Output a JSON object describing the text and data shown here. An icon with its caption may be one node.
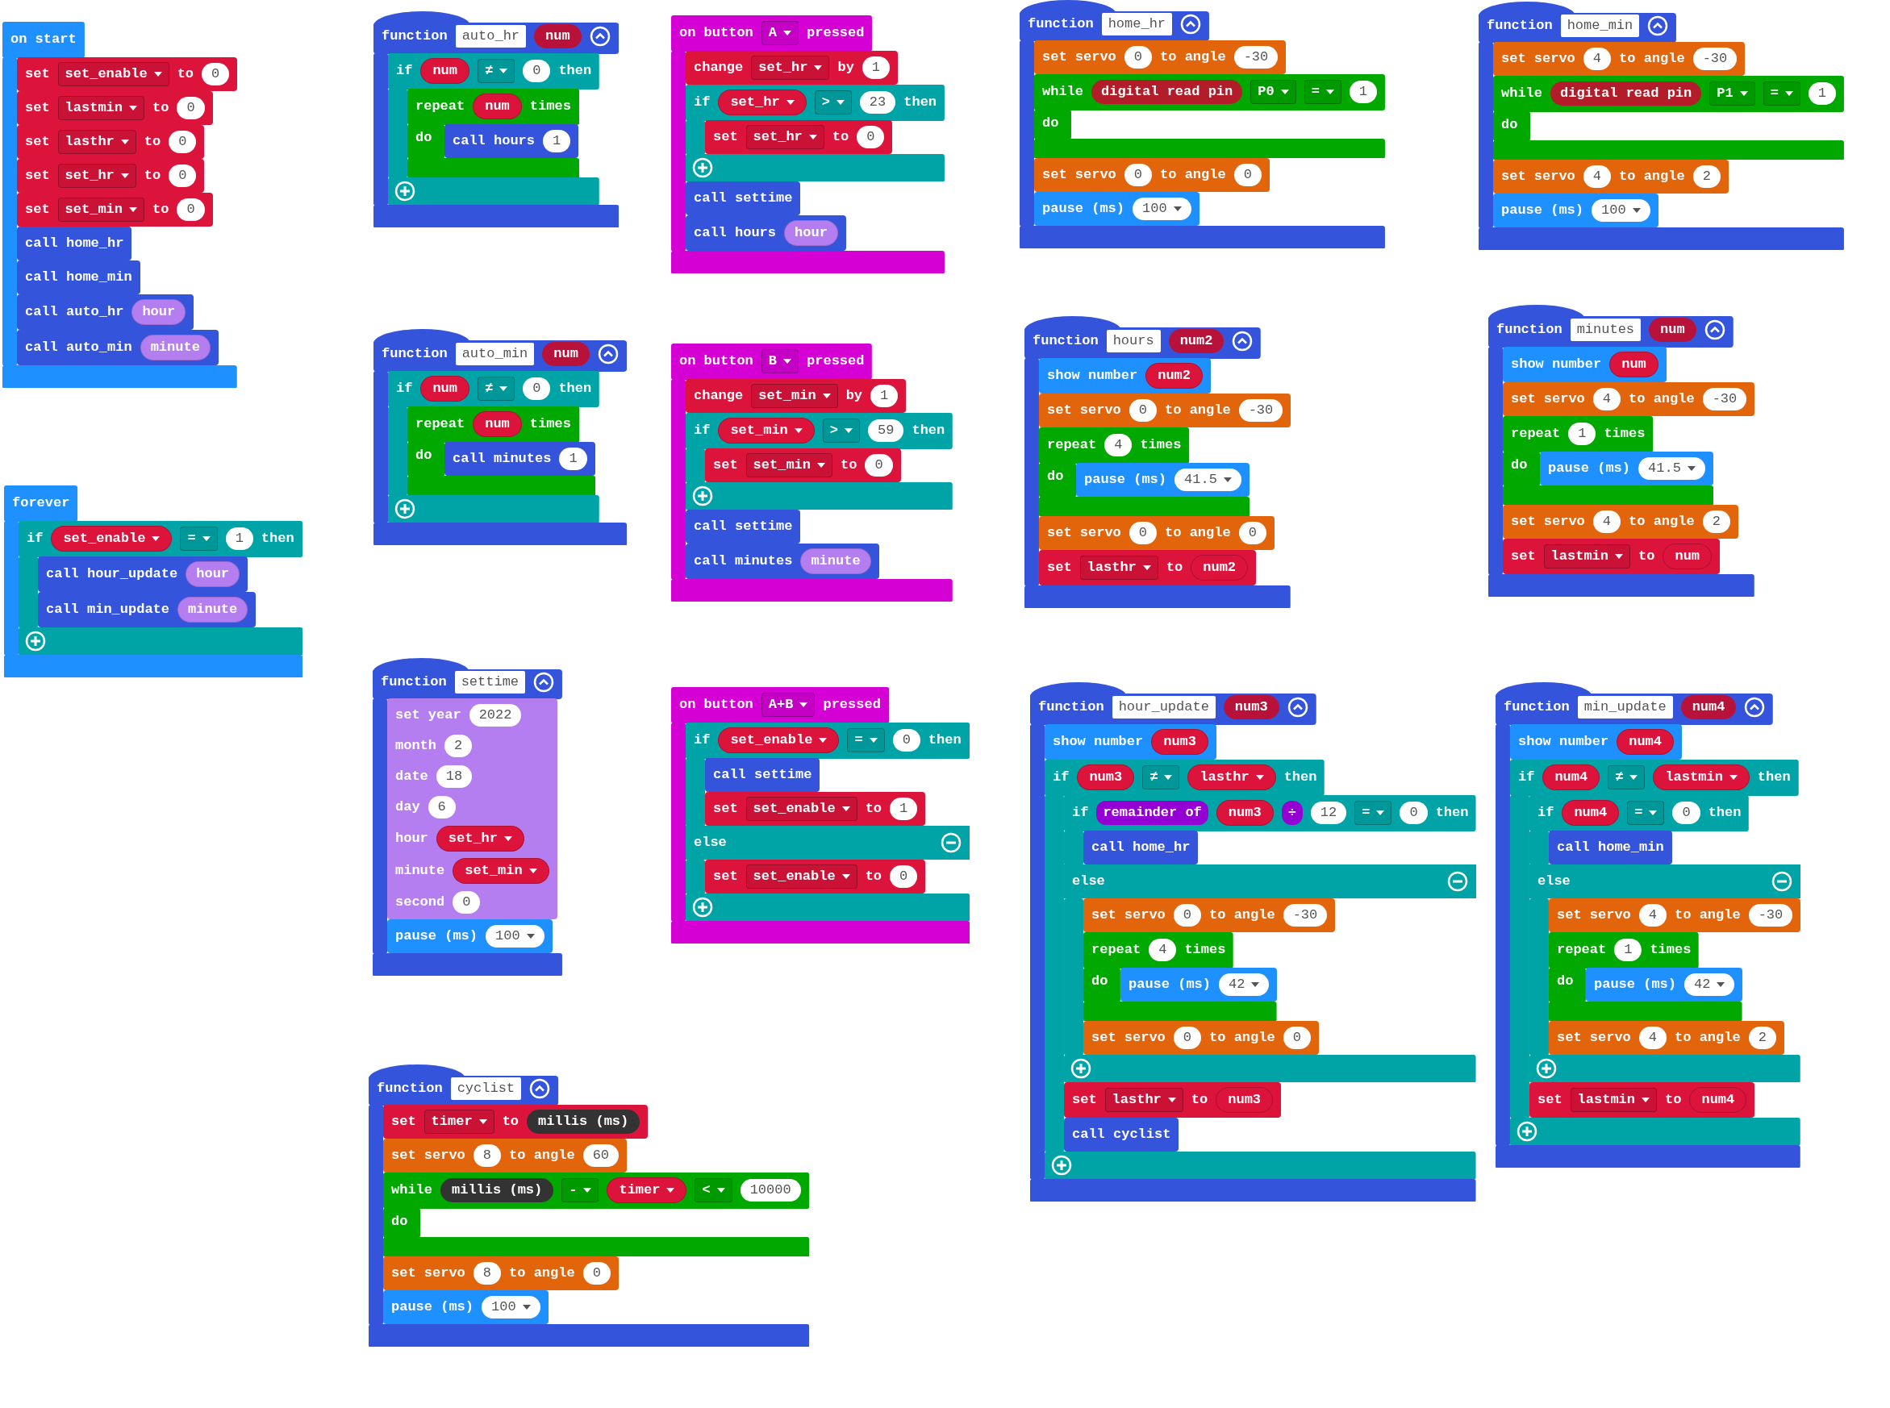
{
  "diagram": {
    "nodes": [
      {
        "text": [
          "on start"
        ]
      },
      {
        "text": [
          "set",
          "set_enable",
          "to",
          "0"
        ],
        "in": 0
      },
      {
        "text": [
          "set",
          "lastmin",
          "to",
          "0"
        ],
        "in": 0
      },
      {
        "text": [
          "set",
          "lasthr",
          "to",
          "0"
        ],
        "in": 0
      },
      {
        "text": [
          "set",
          "set_hr",
          "to",
          "0"
        ],
        "in": 0
      },
      {
        "text": [
          "set",
          "set_min",
          "to",
          "0"
        ],
        "in": 0
      },
      {
        "text": [
          "call home_hr"
        ],
        "in": 0
      },
      {
        "text": [
          "call home_min"
        ],
        "in": 0
      },
      {
        "text": [
          "call auto_hr",
          "hour"
        ],
        "in": 0
      },
      {
        "text": [
          "call auto_min",
          "minute"
        ],
        "in": 0
      },
      {
        "text": [
          "forever"
        ]
      },
      {
        "text": [
          "if",
          "set_enable",
          "=",
          "1",
          "then"
        ],
        "in": 10
      },
      {
        "text": [
          "call hour_update",
          "hour"
        ],
        "in": 11
      },
      {
        "text": [
          "call min_update",
          "minute"
        ],
        "in": 11
      },
      {
        "text": [
          "function",
          "auto_hr",
          "num"
        ]
      },
      {
        "text": [
          "if",
          "num",
          "≠",
          "0",
          "then"
        ],
        "in": 14
      },
      {
        "text": [
          "repeat",
          "num",
          "times",
          "do"
        ],
        "in": 15
      },
      {
        "text": [
          "call hours",
          "1"
        ],
        "in": 16
      },
      {
        "text": [
          "function",
          "auto_min",
          "num"
        ]
      },
      {
        "text": [
          "if",
          "num",
          "≠",
          "0",
          "then"
        ],
        "in": 18
      },
      {
        "text": [
          "repeat",
          "num",
          "times",
          "do"
        ],
        "in": 19
      },
      {
        "text": [
          "call minutes",
          "1"
        ],
        "in": 20
      },
      {
        "text": [
          "function",
          "settime"
        ]
      },
      {
        "text": [
          "set year",
          "2022",
          "month",
          "2",
          "date",
          "18",
          "day",
          "6",
          "hour",
          "set_hr",
          "minute",
          "set_min",
          "second",
          "0"
        ],
        "in": 22
      },
      {
        "text": [
          "pause (ms)",
          "100"
        ],
        "in": 22
      },
      {
        "text": [
          "function",
          "cyclist"
        ]
      },
      {
        "text": [
          "set",
          "timer",
          "to",
          "millis (ms)"
        ],
        "in": 25
      },
      {
        "text": [
          "set servo",
          "8",
          "to angle",
          "60"
        ],
        "in": 25
      },
      {
        "text": [
          "while",
          "millis (ms)",
          "-",
          "timer",
          "<",
          "10000",
          "do"
        ],
        "in": 25
      },
      {
        "text": [
          "set servo",
          "8",
          "to angle",
          "0"
        ],
        "in": 25
      },
      {
        "text": [
          "pause (ms)",
          "100"
        ],
        "in": 25
      },
      {
        "text": [
          "on button",
          "A",
          "pressed"
        ]
      },
      {
        "text": [
          "change",
          "set_hr",
          "by",
          "1"
        ],
        "in": 31
      },
      {
        "text": [
          "if",
          "set_hr",
          ">",
          "23",
          "then"
        ],
        "in": 31
      },
      {
        "text": [
          "set",
          "set_hr",
          "to",
          "0"
        ],
        "in": 33
      },
      {
        "text": [
          "call settime"
        ],
        "in": 31
      },
      {
        "text": [
          "call hours",
          "hour"
        ],
        "in": 31
      },
      {
        "text": [
          "on button",
          "B",
          "pressed"
        ]
      },
      {
        "text": [
          "change",
          "set_min",
          "by",
          "1"
        ],
        "in": 37
      },
      {
        "text": [
          "if",
          "set_min",
          ">",
          "59",
          "then"
        ],
        "in": 37
      },
      {
        "text": [
          "set",
          "set_min",
          "to",
          "0"
        ],
        "in": 39
      },
      {
        "text": [
          "call settime"
        ],
        "in": 37
      },
      {
        "text": [
          "call minutes",
          "minute"
        ],
        "in": 37
      },
      {
        "text": [
          "on button",
          "A+B",
          "pressed"
        ]
      },
      {
        "text": [
          "if",
          "set_enable",
          "=",
          "0",
          "then"
        ],
        "in": 43
      },
      {
        "text": [
          "call settime"
        ],
        "in": 44
      },
      {
        "text": [
          "set",
          "set_enable",
          "to",
          "1"
        ],
        "in": 44
      },
      {
        "text": [
          "else"
        ],
        "in": 44
      },
      {
        "text": [
          "set",
          "set_enable",
          "to",
          "0"
        ],
        "in": 44
      },
      {
        "text": [
          "function",
          "home_hr"
        ]
      },
      {
        "text": [
          "set servo",
          "0",
          "to angle",
          "-30"
        ],
        "in": 49
      },
      {
        "text": [
          "while",
          "digital read pin",
          "P0",
          "=",
          "1",
          "do"
        ],
        "in": 49
      },
      {
        "text": [
          "set servo",
          "0",
          "to angle",
          "0"
        ],
        "in": 49
      },
      {
        "text": [
          "pause (ms)",
          "100"
        ],
        "in": 49
      },
      {
        "text": [
          "function",
          "hours",
          "num2"
        ]
      },
      {
        "text": [
          "show number",
          "num2"
        ],
        "in": 54
      },
      {
        "text": [
          "set servo",
          "0",
          "to angle",
          "-30"
        ],
        "in": 54
      },
      {
        "text": [
          "repeat",
          "4",
          "times",
          "do"
        ],
        "in": 54
      },
      {
        "text": [
          "pause (ms)",
          "41.5"
        ],
        "in": 57
      },
      {
        "text": [
          "set servo",
          "0",
          "to angle",
          "0"
        ],
        "in": 54
      },
      {
        "text": [
          "set",
          "lasthr",
          "to",
          "num2"
        ],
        "in": 54
      },
      {
        "text": [
          "function",
          "hour_update",
          "num3"
        ]
      },
      {
        "text": [
          "show number",
          "num3"
        ],
        "in": 61
      },
      {
        "text": [
          "if",
          "num3",
          "≠",
          "lasthr",
          "then"
        ],
        "in": 61
      },
      {
        "text": [
          "if",
          "remainder of",
          "num3",
          "÷",
          "12",
          "=",
          "0",
          "then"
        ],
        "in": 63
      },
      {
        "text": [
          "call home_hr"
        ],
        "in": 64
      },
      {
        "text": [
          "else"
        ],
        "in": 64
      },
      {
        "text": [
          "set servo",
          "0",
          "to angle",
          "-30"
        ],
        "in": 64
      },
      {
        "text": [
          "repeat",
          "4",
          "times",
          "do"
        ],
        "in": 64
      },
      {
        "text": [
          "pause (ms)",
          "42"
        ],
        "in": 68
      },
      {
        "text": [
          "set servo",
          "0",
          "to angle",
          "0"
        ],
        "in": 64
      },
      {
        "text": [
          "set",
          "lasthr",
          "to",
          "num3"
        ],
        "in": 63
      },
      {
        "text": [
          "call cyclist"
        ],
        "in": 63
      },
      {
        "text": [
          "function",
          "home_min"
        ]
      },
      {
        "text": [
          "set servo",
          "4",
          "to angle",
          "-30"
        ],
        "in": 73
      },
      {
        "text": [
          "while",
          "digital read pin",
          "P1",
          "=",
          "1",
          "do"
        ],
        "in": 73
      },
      {
        "text": [
          "set servo",
          "4",
          "to angle",
          "2"
        ],
        "in": 73
      },
      {
        "text": [
          "pause (ms)",
          "100"
        ],
        "in": 73
      },
      {
        "text": [
          "function",
          "minutes",
          "num"
        ]
      },
      {
        "text": [
          "show number",
          "num"
        ],
        "in": 78
      },
      {
        "text": [
          "set servo",
          "4",
          "to angle",
          "-30"
        ],
        "in": 78
      },
      {
        "text": [
          "repeat",
          "1",
          "times",
          "do"
        ],
        "in": 78
      },
      {
        "text": [
          "pause (ms)",
          "41.5"
        ],
        "in": 81
      },
      {
        "text": [
          "set servo",
          "4",
          "to angle",
          "2"
        ],
        "in": 78
      },
      {
        "text": [
          "set",
          "lastmin",
          "to",
          "num"
        ],
        "in": 78
      },
      {
        "text": [
          "function",
          "min_update",
          "num4"
        ]
      },
      {
        "text": [
          "show number",
          "num4"
        ],
        "in": 85
      },
      {
        "text": [
          "if",
          "num4",
          "≠",
          "lastmin",
          "then"
        ],
        "in": 85
      },
      {
        "text": [
          "if",
          "num4",
          "=",
          "0",
          "then"
        ],
        "in": 87
      },
      {
        "text": [
          "call home_min"
        ],
        "in": 88
      },
      {
        "text": [
          "else"
        ],
        "in": 88
      },
      {
        "text": [
          "set servo",
          "4",
          "to angle",
          "-30"
        ],
        "in": 88
      },
      {
        "text": [
          "repeat",
          "1",
          "times",
          "do"
        ],
        "in": 88
      },
      {
        "text": [
          "pause (ms)",
          "42"
        ],
        "in": 92
      },
      {
        "text": [
          "set servo",
          "4",
          "to angle",
          "2"
        ],
        "in": 88
      },
      {
        "text": [
          "set",
          "lastmin",
          "to",
          "num4"
        ],
        "in": 87
      }
    ]
  }
}
